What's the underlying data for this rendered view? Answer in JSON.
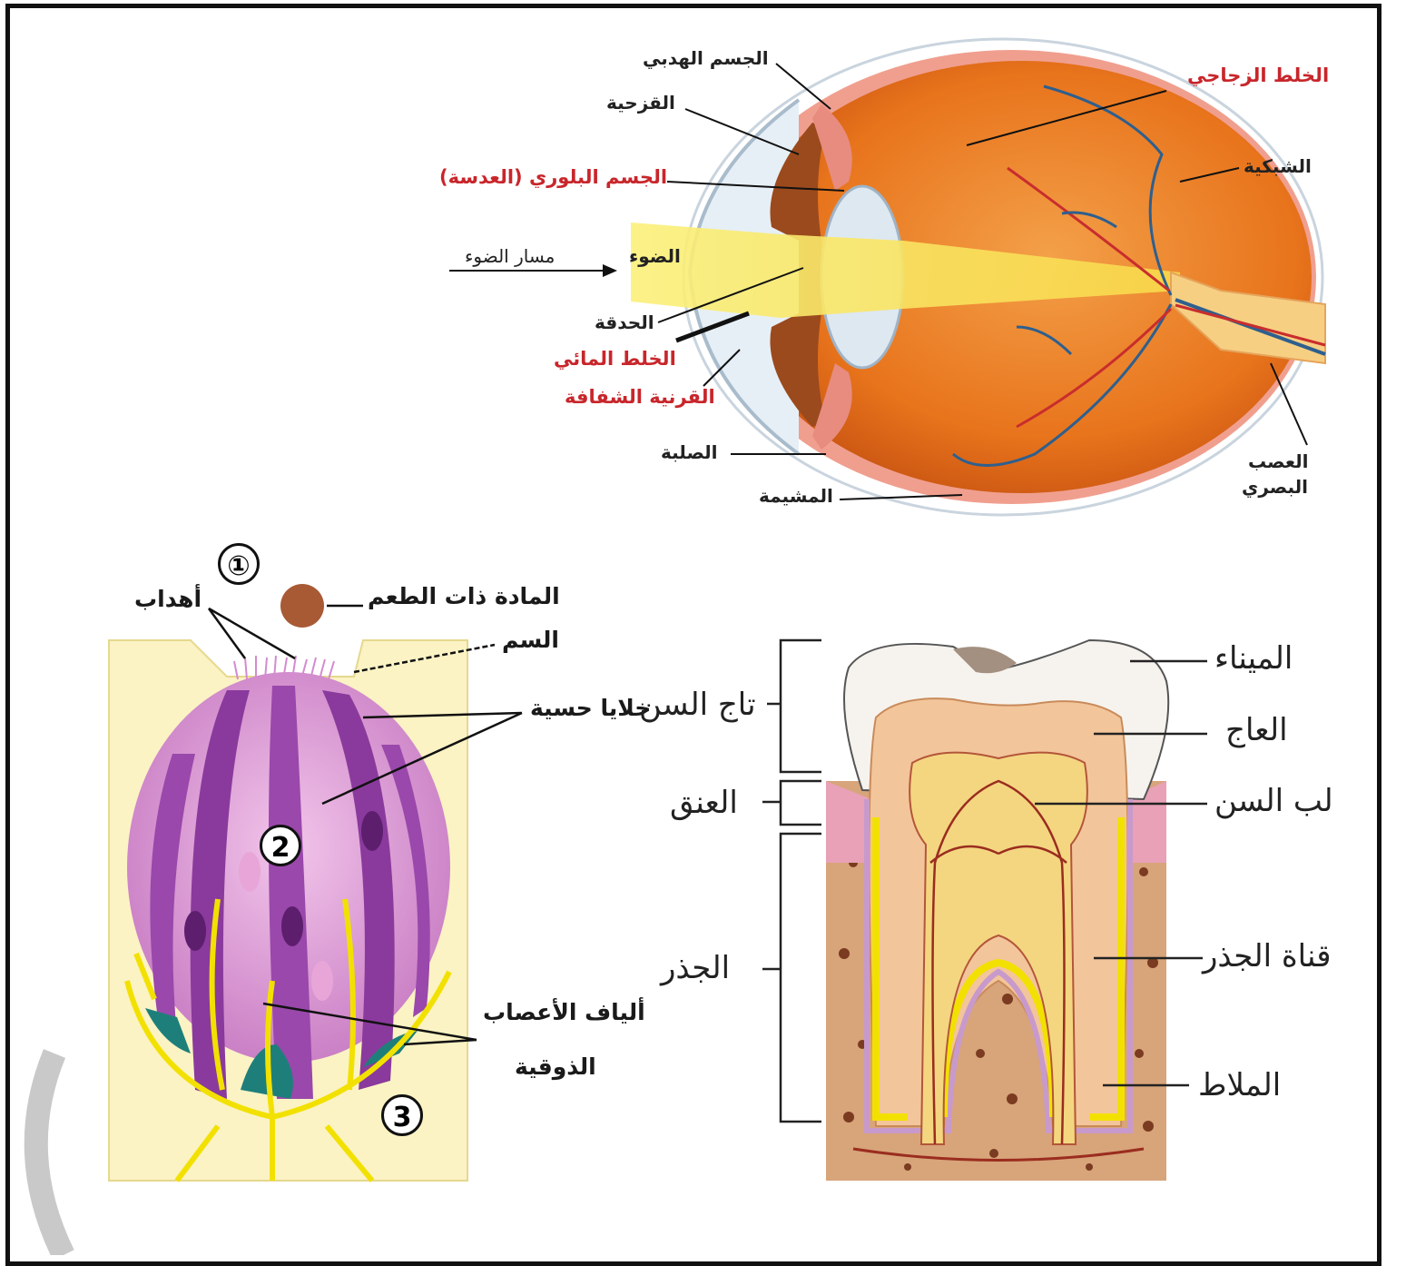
{
  "eye": {
    "labels": {
      "ciliary_body": "الجسم الهدبي",
      "iris": "القزحية",
      "lens": "الجسم البلوري (العدسة)",
      "light": "الضوء",
      "light_path": "مسار الضوء",
      "pupil": "الحدقة",
      "aqueous_humor": "الخلط المائي",
      "cornea": "القرنية الشفافة",
      "sclera": "الصلبة",
      "choroid": "المشيمة",
      "vitreous_humor": "الخلط الزجاجي",
      "retina": "الشبكية",
      "optic_nerve_1": "العصب",
      "optic_nerve_2": "البصري"
    },
    "colors": {
      "red_label": "#c8262b",
      "eyeball": "#e8741c",
      "light": "#f7e84a"
    }
  },
  "taste_bud": {
    "labels": {
      "taste_substance": "المادة ذات الطعم",
      "cilia": "أهداب",
      "pore": "السم",
      "sensory_cells": "خلايا حسية",
      "nerve_fibers_1": "ألياف الأعصاب",
      "nerve_fibers_2": "الذوقية"
    },
    "numbers": [
      "①",
      "2",
      "3"
    ],
    "colors": {
      "background": "#fbf3c4",
      "cell_dark": "#8a3a9c",
      "cell_light": "#e8a6d8",
      "nerve": "#f2e100"
    }
  },
  "tooth": {
    "labels": {
      "crown": "تاج السن",
      "neck": "العنق",
      "root": "الجذر",
      "enamel": "الميناء",
      "dentin": "العاج",
      "pulp": "لب السن",
      "root_canal": "قناة الجذر",
      "cementum": "الملاط"
    }
  }
}
